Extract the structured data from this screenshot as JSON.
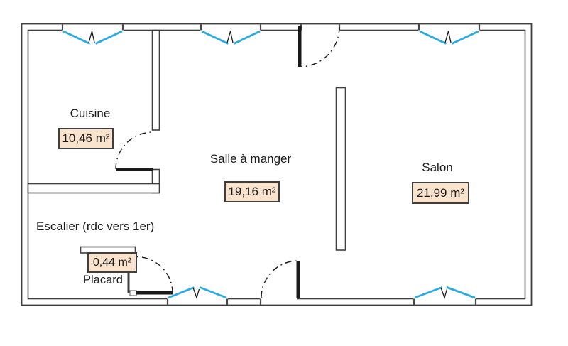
{
  "colors": {
    "background": "#ffffff",
    "wall": "#3f3f3f",
    "door": "#1a1a1a",
    "window": "#29abe2",
    "area_fill": "#fae3cd",
    "area_border": "#3f3f3f",
    "text": "#1a1a1a"
  },
  "rooms": {
    "cuisine": {
      "label": "Cuisine",
      "area": "10,46 m²"
    },
    "salle_a_manger": {
      "label": "Salle à manger",
      "area": "19,16 m²"
    },
    "salon": {
      "label": "Salon",
      "area": "21,99 m²"
    },
    "escalier": {
      "label": "Escalier (rdc vers 1er)"
    },
    "placard": {
      "label": "Placard",
      "area": "0,44 m²"
    }
  }
}
